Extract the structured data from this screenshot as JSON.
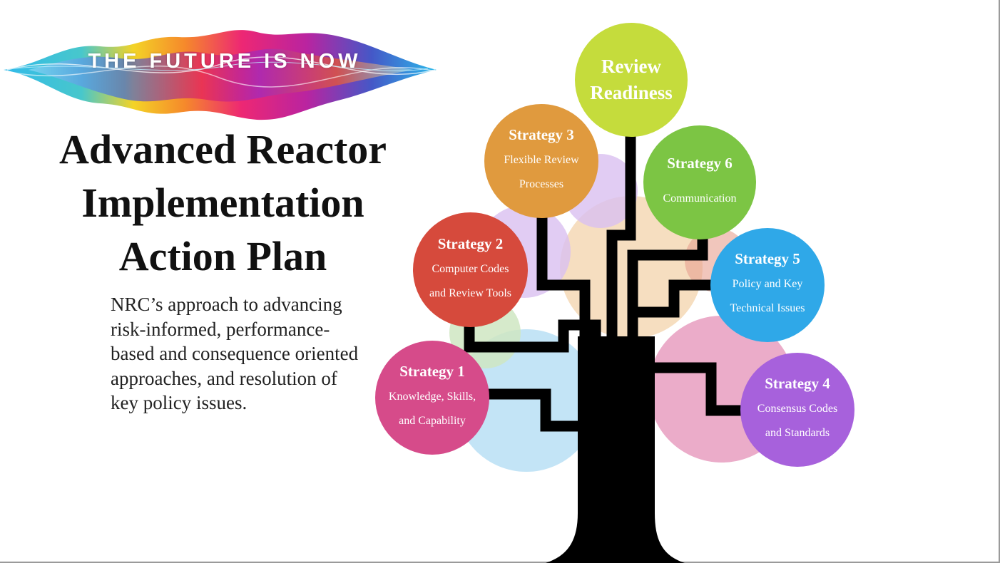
{
  "banner": {
    "text": "THE FUTURE IS NOW"
  },
  "title": {
    "line1": "Advanced Reactor",
    "line2": "Implementation",
    "line3": "Action Plan"
  },
  "description": "NRC’s approach to advancing risk-informed, performance-based and consequence oriented approaches, and resolution of key policy issues.",
  "nodes": {
    "review": {
      "line1": "Review",
      "line2": "Readiness",
      "color": "#c5dc3c"
    },
    "s1": {
      "title": "Strategy 1",
      "line1": "Knowledge, Skills,",
      "line2": "and Capability",
      "color": "#d64b8a"
    },
    "s2": {
      "title": "Strategy 2",
      "line1": "Computer Codes",
      "line2": "and Review Tools",
      "color": "#d64a3c"
    },
    "s3": {
      "title": "Strategy 3",
      "line1": "Flexible Review",
      "line2": "Processes",
      "color": "#e09a3e"
    },
    "s4": {
      "title": "Strategy 4",
      "line1": "Consensus Codes",
      "line2": "and Standards",
      "color": "#a761dc"
    },
    "s5": {
      "title": "Strategy 5",
      "line1": "Policy and Key",
      "line2": "Technical Issues",
      "color": "#2fa8e8"
    },
    "s6": {
      "title": "Strategy 6",
      "line1": "Communication",
      "color": "#7cc544"
    }
  },
  "colors": {
    "trunk": "#000000",
    "background_blobs": [
      "#b9dff5",
      "#e89ec0",
      "#f5d8b5",
      "#d9bff0",
      "#cfe6c2"
    ]
  }
}
